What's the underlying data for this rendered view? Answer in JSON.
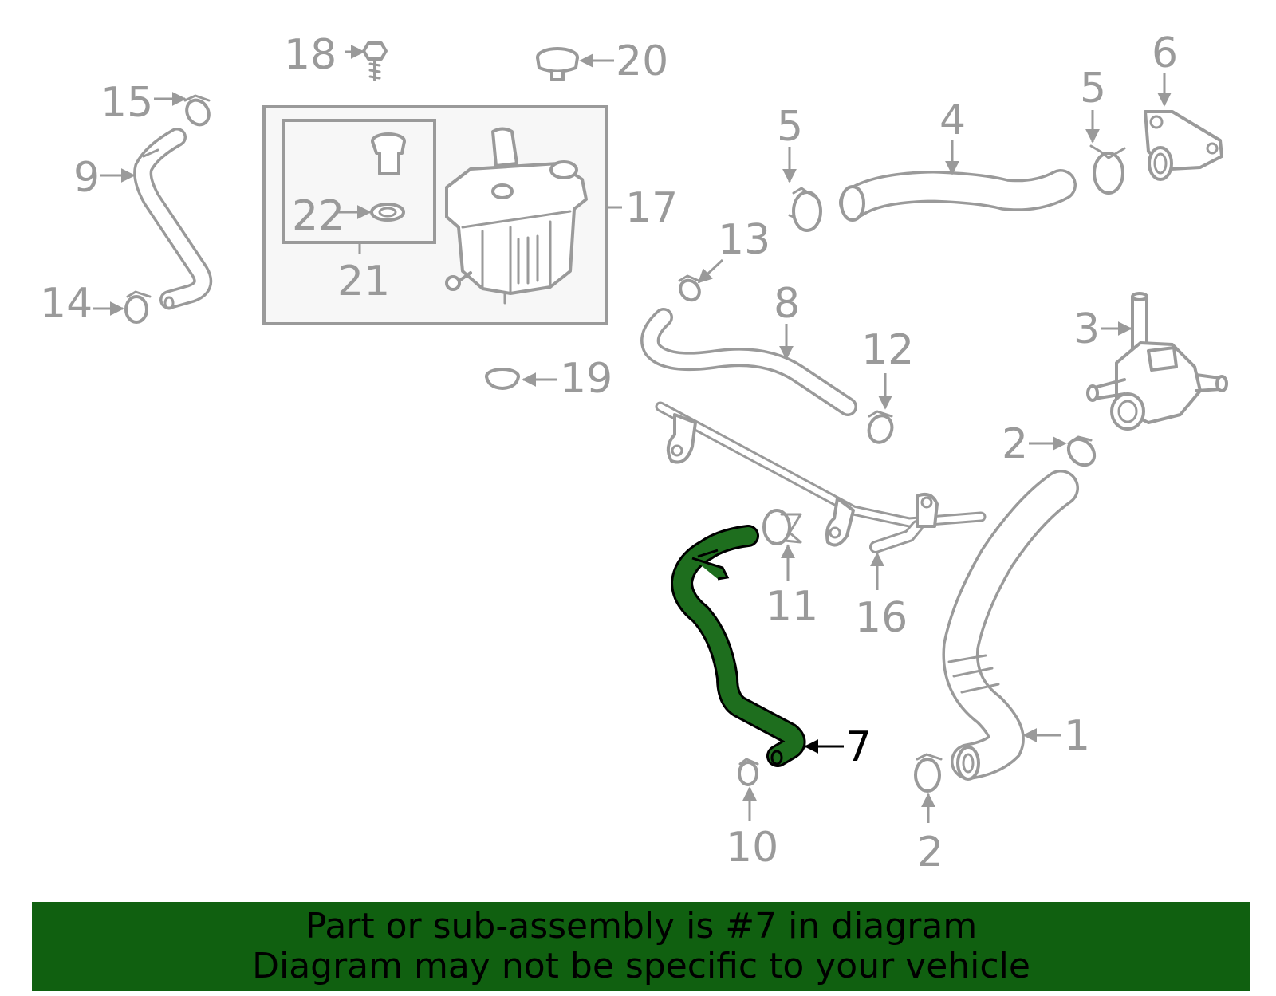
{
  "callouts": {
    "n1": "1",
    "n2a": "2",
    "n2b": "2",
    "n3": "3",
    "n4": "4",
    "n5a": "5",
    "n5b": "5",
    "n6": "6",
    "n7": "7",
    "n8": "8",
    "n9": "9",
    "n10": "10",
    "n11": "11",
    "n12": "12",
    "n13": "13",
    "n14": "14",
    "n15": "15",
    "n16": "16",
    "n17": "17",
    "n18": "18",
    "n19": "19",
    "n20": "20",
    "n21": "21",
    "n22": "22"
  },
  "banner": {
    "line1": "Part or sub-assembly is #7 in diagram",
    "line2": "Diagram may not be specific to your vehicle"
  },
  "colors": {
    "highlight_part": "#1e6e1e",
    "banner_bg": "#106010",
    "line_gray": "#9a9a9a",
    "highlight_label": "#000000"
  }
}
